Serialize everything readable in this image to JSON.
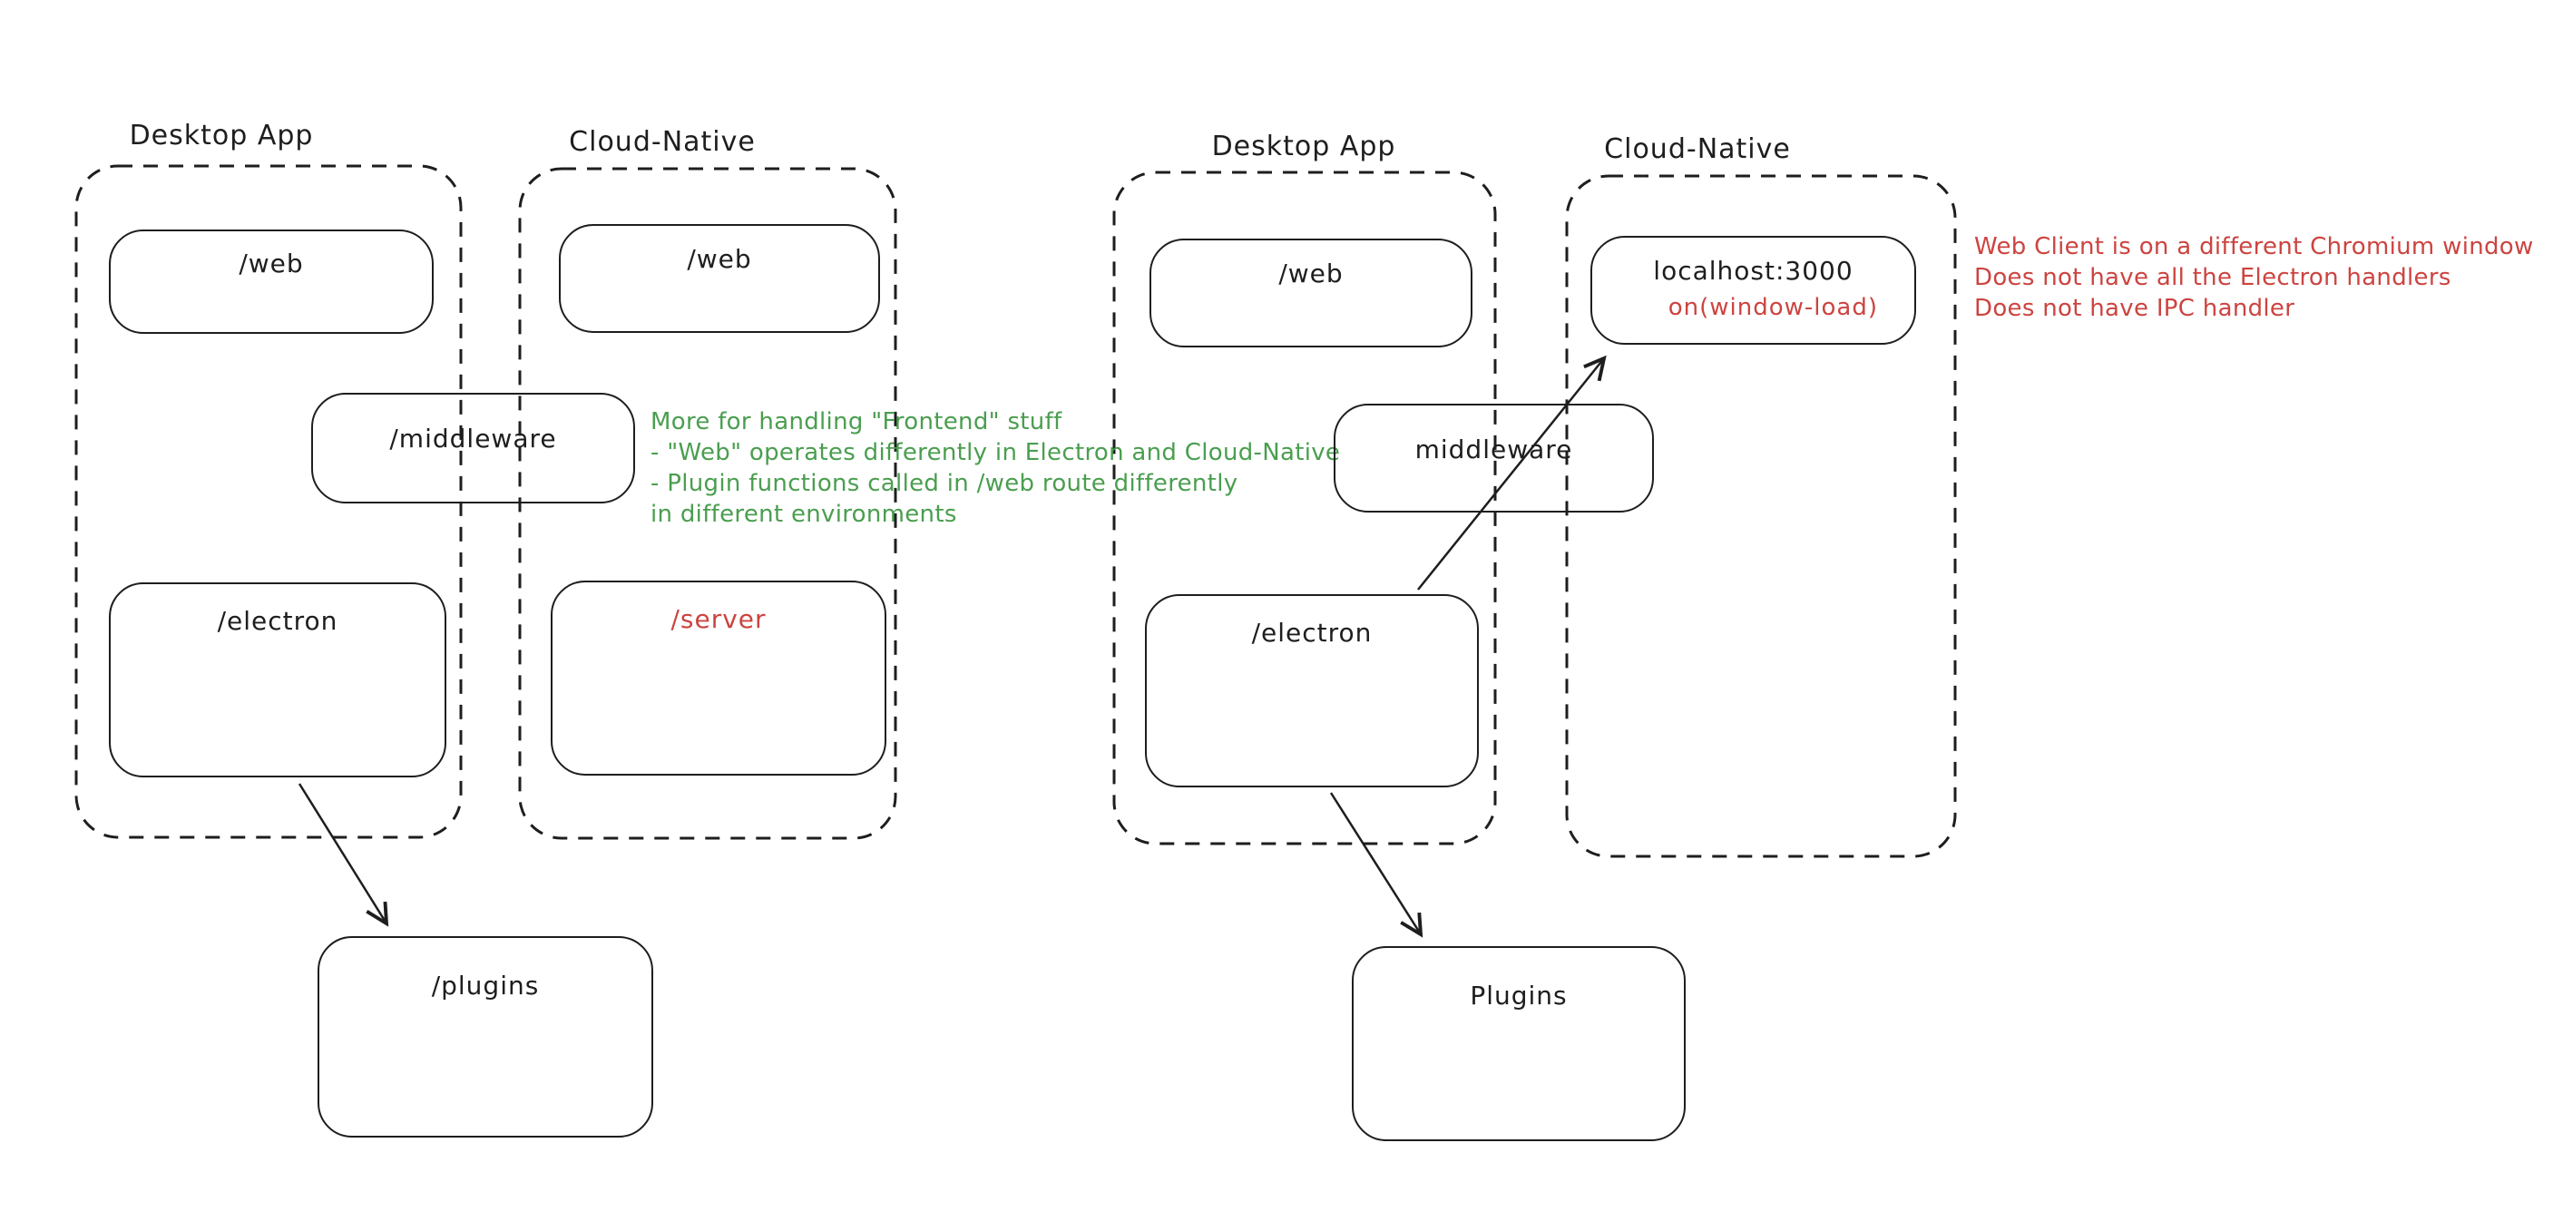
{
  "colors": {
    "background": "#ffffff",
    "ink": "#1e1e1e",
    "green_annotation": "#4a9e4f",
    "red_annotation": "#cc4440"
  },
  "left_group": {
    "desktop_label": "Desktop App",
    "cloud_label": "Cloud-Native",
    "web_desktop": "/web",
    "web_cloud": "/web",
    "middleware": "/middleware",
    "electron": "/electron",
    "server": "/server",
    "plugins": "/plugins"
  },
  "right_group": {
    "desktop_label": "Desktop App",
    "cloud_label": "Cloud-Native",
    "web_desktop": "/web",
    "localhost": "localhost:3000",
    "window_load": "on(window-load)",
    "middleware": "middleware",
    "electron": "/electron",
    "plugins": "Plugins"
  },
  "annotations": {
    "green_note": {
      "color": "#4a9e4f",
      "lines": [
        "More for handling \"Frontend\" stuff",
        "- \"Web\" operates differently in Electron and Cloud-Native",
        "- Plugin functions called in /web route differently",
        "in different environments"
      ]
    },
    "red_note": {
      "color": "#cc4440",
      "lines": [
        "Web Client is on a different Chromium window",
        "Does not have all the Electron handlers",
        "Does not have IPC handler"
      ]
    }
  },
  "arrows": [
    {
      "name": "electron-to-plugins-left",
      "from": "/electron",
      "to": "/plugins"
    },
    {
      "name": "electron-to-localhost",
      "from": "/electron",
      "to": "localhost:3000"
    },
    {
      "name": "electron-to-plugins-right",
      "from": "/electron",
      "to": "Plugins"
    }
  ]
}
